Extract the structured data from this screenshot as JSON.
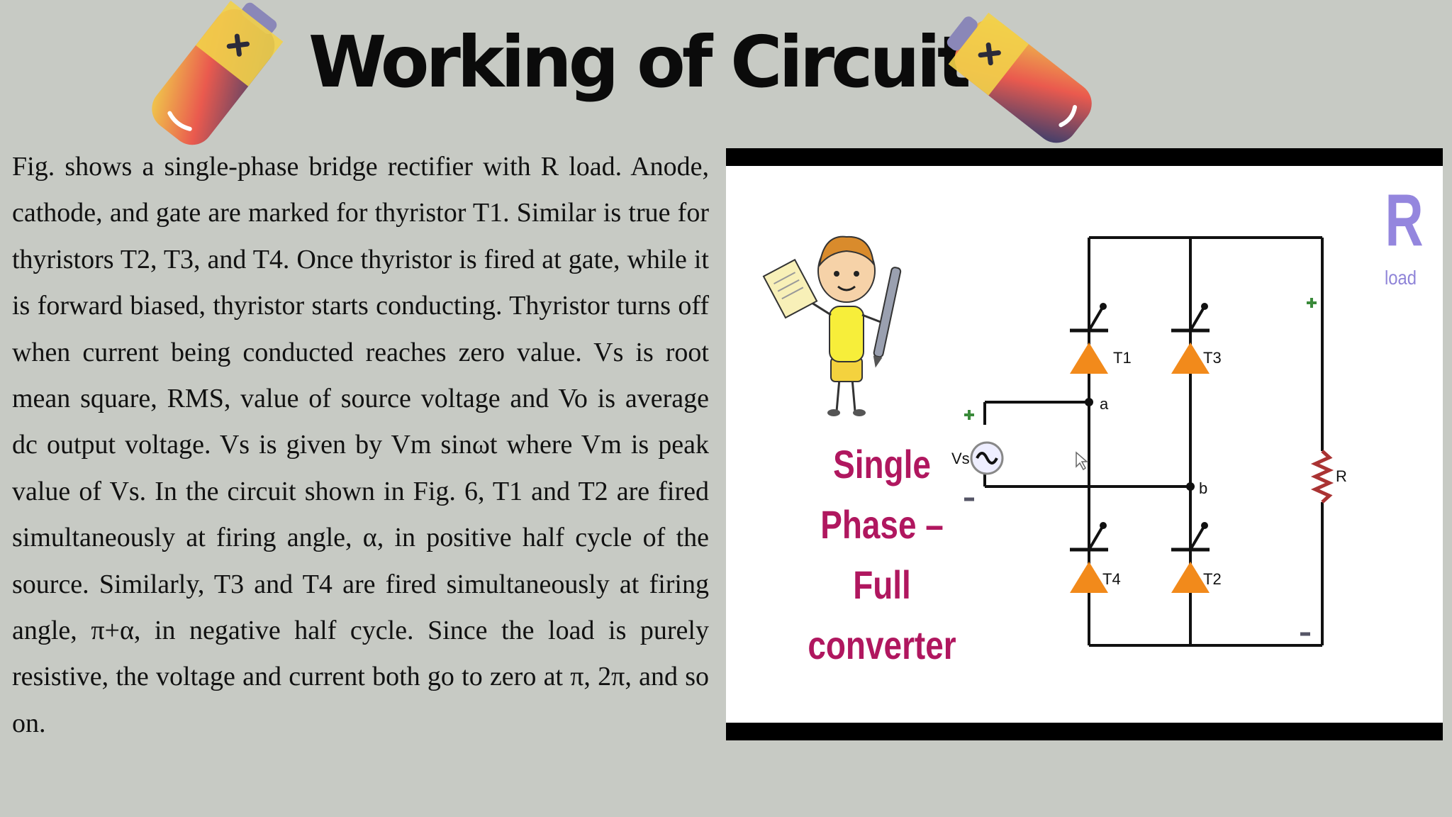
{
  "slide": {
    "title": "Working of Circuit",
    "paragraph": "Fig. shows a single-phase bridge rectifier with R load. Anode, cathode, and gate are marked for thyristor T1. Similar is true for thyristors T2, T3, and T4. Once thyristor is fired at gate, while it is forward biased, thyristor starts conducting. Thyristor turns off when current being conducted reaches zero value. Vs is root mean square, RMS, value of source voltage and Vo is average dc output voltage. Vs is given by Vm sinωt where Vm is peak value of Vs. In the circuit shown in Fig. 6, T1 and T2 are fired simultaneously at firing angle, α, in positive half cycle of the source. Similarly, T3 and T4 are fired simultaneously at firing angle, π+α, in negative half cycle. Since the load is purely resistive, the voltage and current both go to zero at π, 2π, and so on."
  },
  "figure": {
    "converter_title": [
      "Single",
      "Phase –",
      "Full",
      "converter"
    ],
    "r_label": "R",
    "load_label": "load",
    "thyristors": [
      "T1",
      "T3",
      "T4",
      "T2"
    ],
    "source_label": "Vs",
    "node_a": "a",
    "node_b": "b",
    "resistor_label": "R",
    "colors": {
      "converter_title": "#b0175f",
      "r_label": "#9486de",
      "thyristor": "#f28a1b",
      "background": "#c7cac4"
    }
  }
}
